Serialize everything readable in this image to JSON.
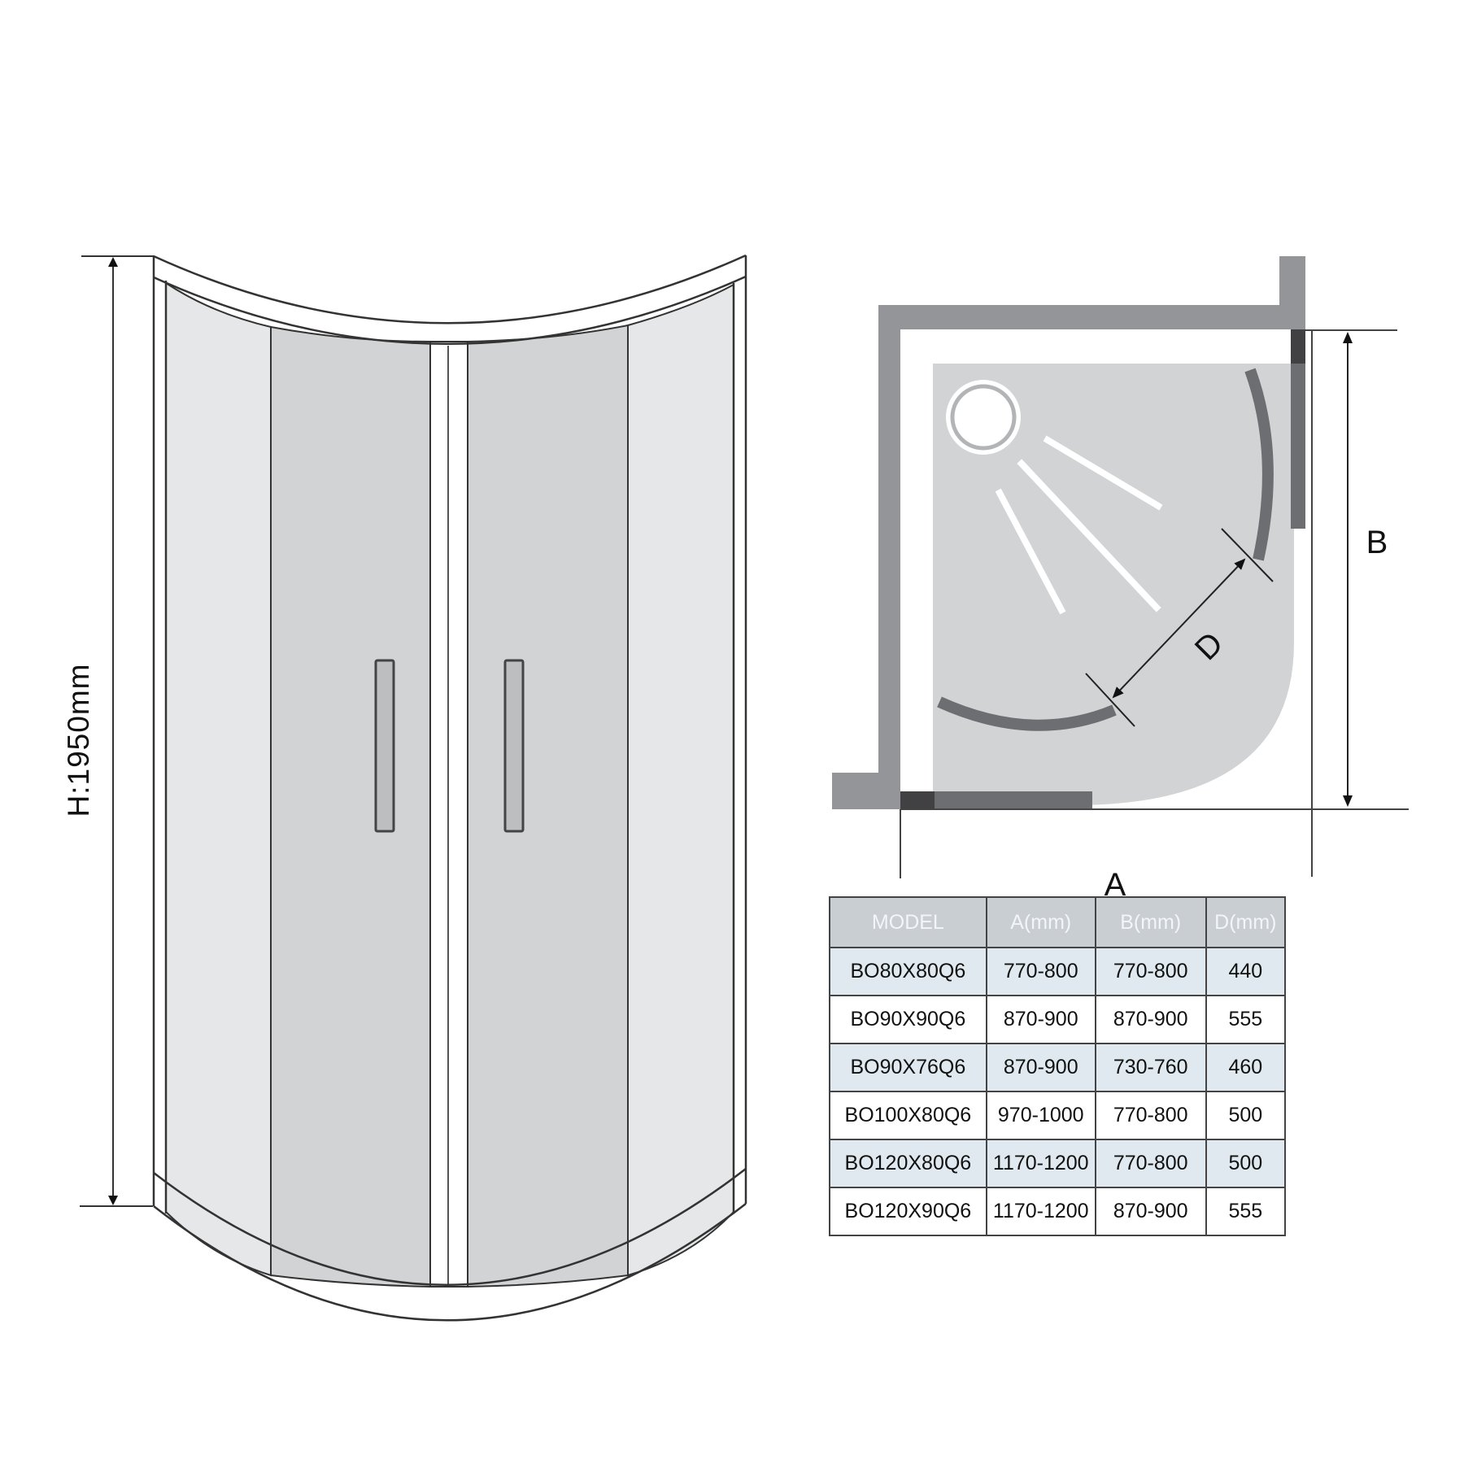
{
  "enclosure": {
    "height_label": "H:1950mm"
  },
  "plan": {
    "dimension_labels": {
      "a": "A",
      "b": "B",
      "d": "D"
    }
  },
  "colors": {
    "wall": "#939598",
    "rail": "#6d6e71",
    "post": "#414042",
    "tray": "#d1d3d4",
    "fixed_glass": "#e6e7e8",
    "door_glass": "#d1d3d4",
    "table_header": "#c9ced3",
    "table_alt_row": "#dfe9ef"
  },
  "table": {
    "headers": [
      "MODEL",
      "A(mm)",
      "B(mm)",
      "D(mm)"
    ],
    "rows": [
      [
        "BO80X80Q6",
        "770-800",
        "770-800",
        "440"
      ],
      [
        "BO90X90Q6",
        "870-900",
        "870-900",
        "555"
      ],
      [
        "BO90X76Q6",
        "870-900",
        "730-760",
        "460"
      ],
      [
        "BO100X80Q6",
        "970-1000",
        "770-800",
        "500"
      ],
      [
        "BO120X80Q6",
        "1170-1200",
        "770-800",
        "500"
      ],
      [
        "BO120X90Q6",
        "1170-1200",
        "870-900",
        "555"
      ]
    ]
  }
}
